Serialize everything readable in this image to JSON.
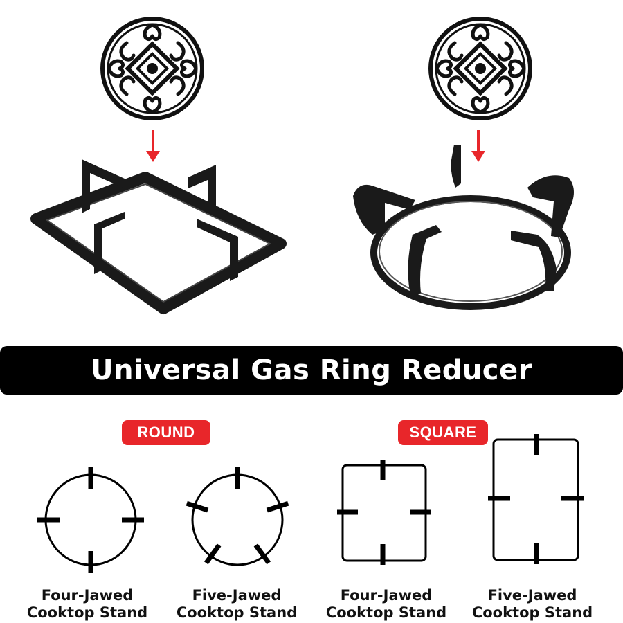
{
  "banner": {
    "title": "Universal Gas Ring Reducer"
  },
  "tags": {
    "round": "ROUND",
    "square": "SQUARE"
  },
  "stands": [
    {
      "line1": "Four-Jawed",
      "line2": "Cooktop Stand"
    },
    {
      "line1": "Five-Jawed",
      "line2": "Cooktop Stand"
    },
    {
      "line1": "Four-Jawed",
      "line2": "Cooktop Stand"
    },
    {
      "line1": "Five-Jawed",
      "line2": "Cooktop Stand"
    }
  ],
  "colors": {
    "accent_red": "#e8262a",
    "banner_bg": "#000000",
    "ink": "#111111"
  }
}
